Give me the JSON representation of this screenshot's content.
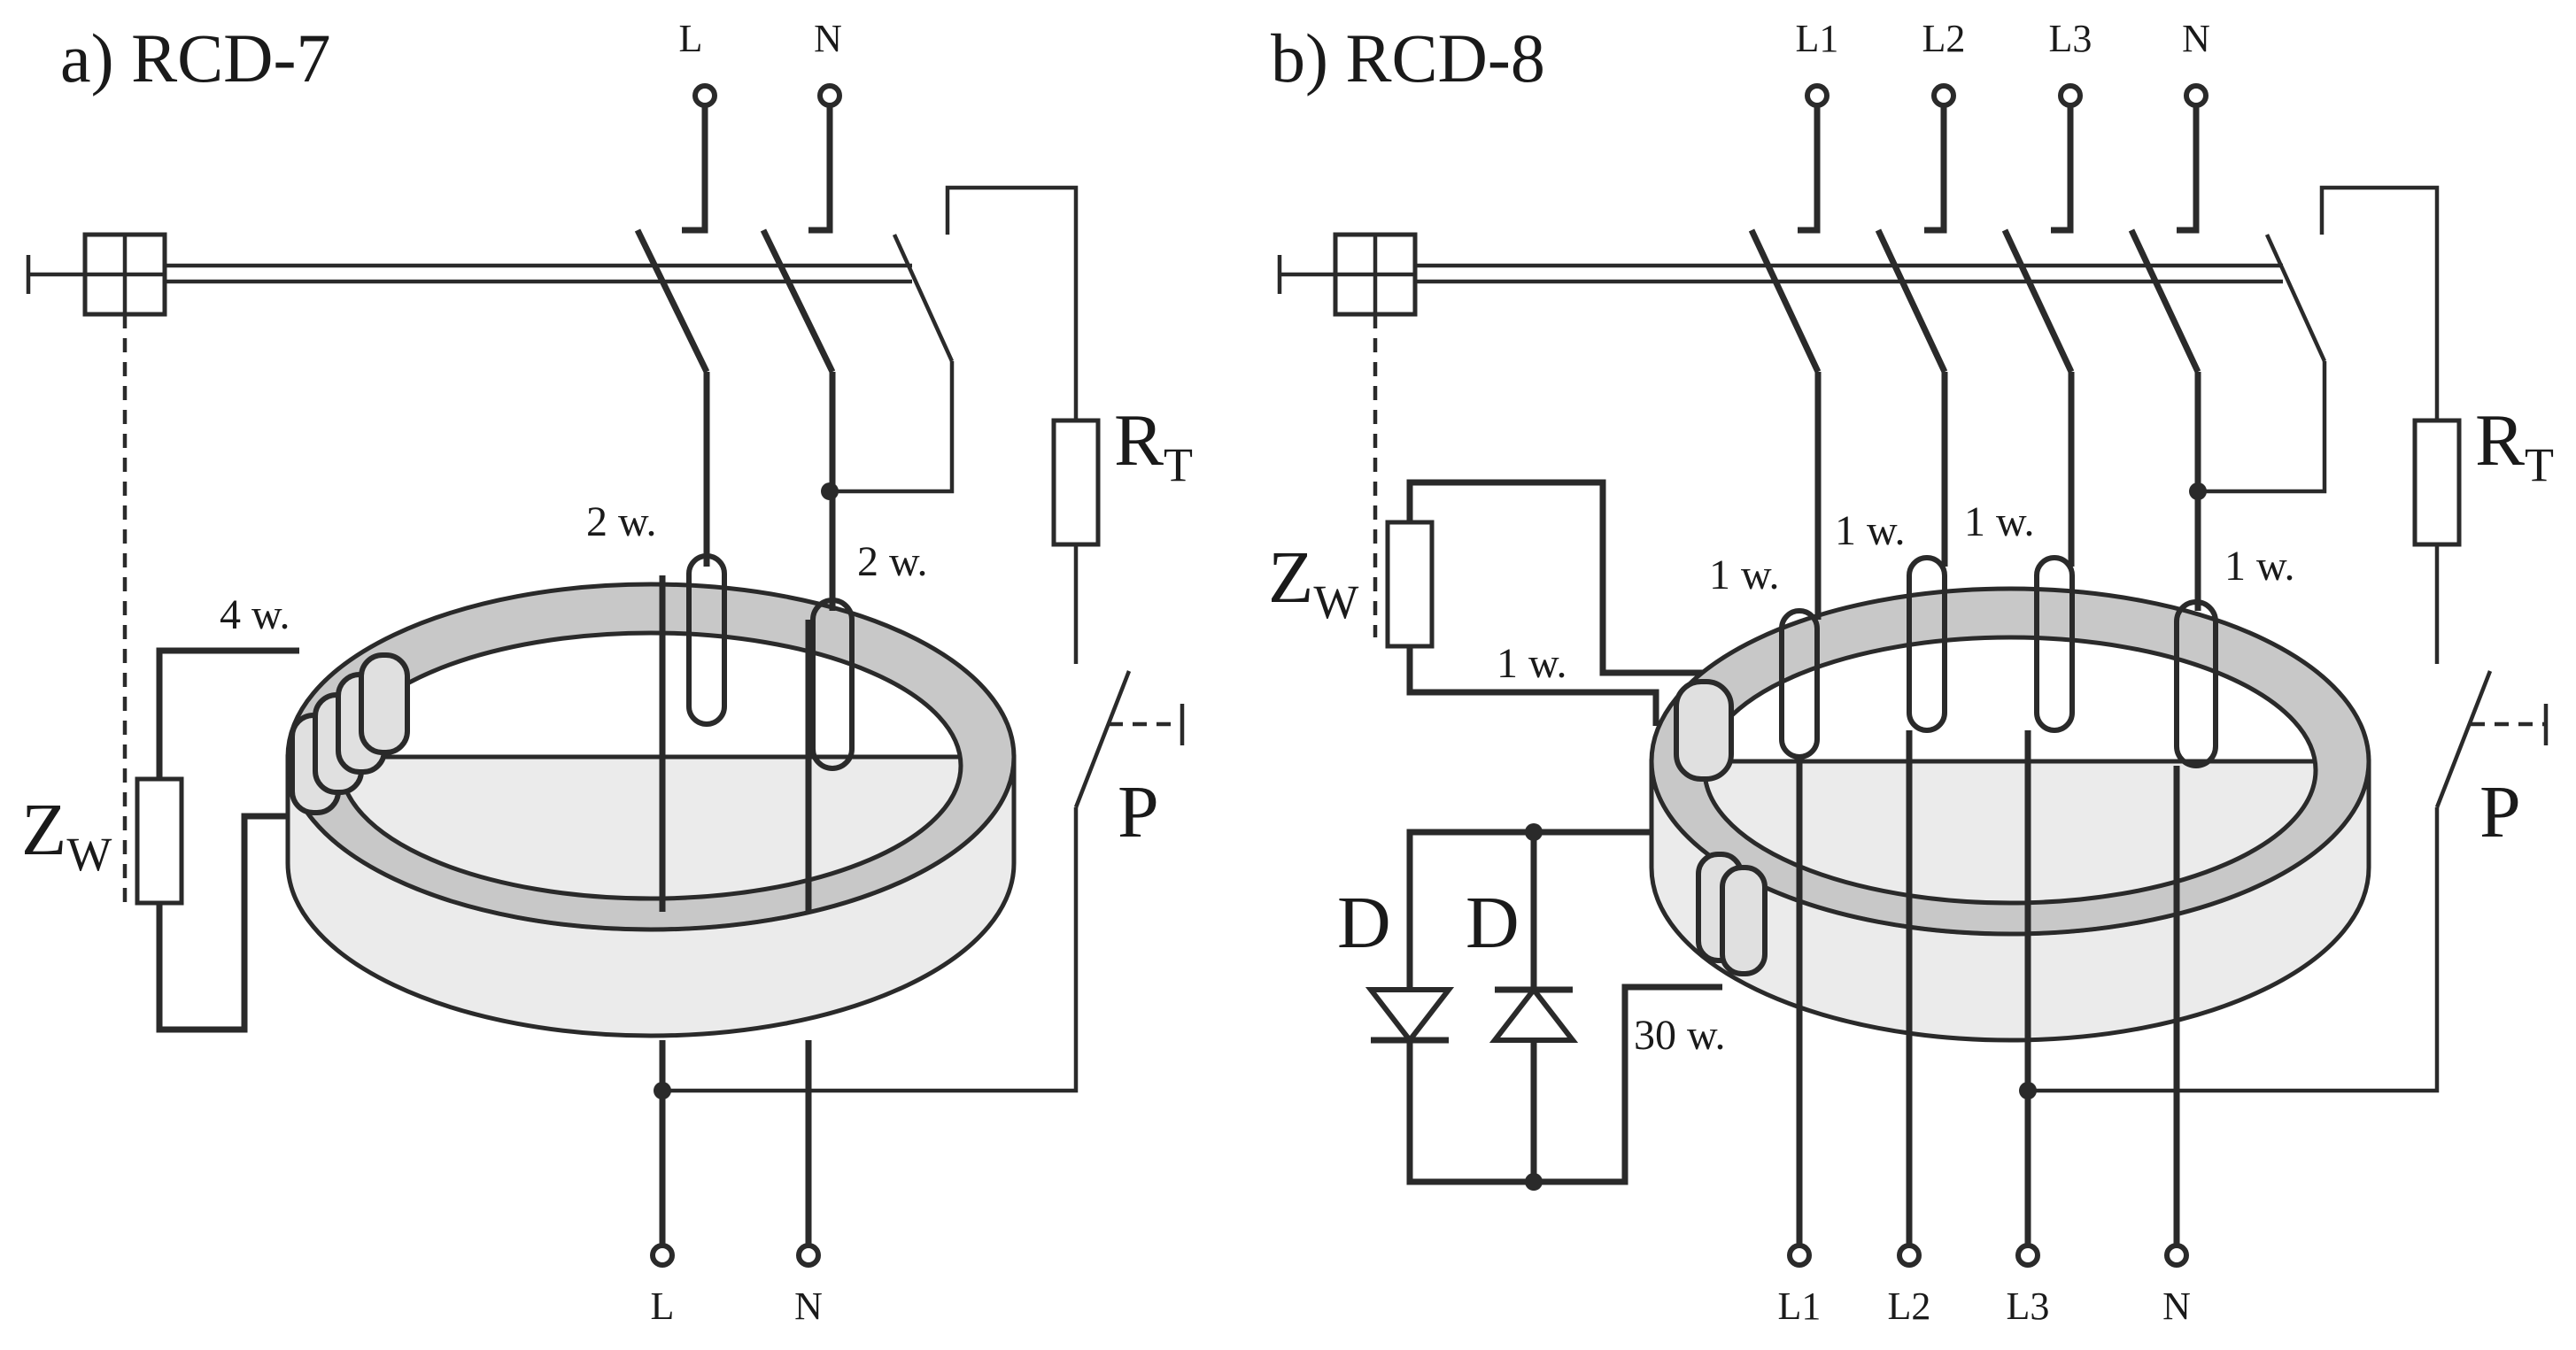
{
  "panel_a": {
    "title": "a) RCD-7",
    "terminals_top": [
      "L",
      "N"
    ],
    "terminals_bottom": [
      "L",
      "N"
    ],
    "turns_main": "4 w.",
    "turns_L": "2 w.",
    "turns_N": "2 w.",
    "resistor_test_main": "R",
    "resistor_test_sub": "T",
    "resistor_winding_main": "Z",
    "resistor_winding_sub": "W",
    "button": "P"
  },
  "panel_b": {
    "title": "b) RCD-8",
    "terminals_top": [
      "L1",
      "L2",
      "L3",
      "N"
    ],
    "terminals_bottom": [
      "L1",
      "L2",
      "L3",
      "N"
    ],
    "turns_winding": "1 w.",
    "turns_diode": "30 w.",
    "turns_L1": "1 w.",
    "turns_L2": "1 w.",
    "turns_L3": "1 w.",
    "turns_N": "1 w.",
    "resistor_test_main": "R",
    "resistor_test_sub": "T",
    "resistor_winding_main": "Z",
    "resistor_winding_sub": "W",
    "diode_left": "D",
    "diode_right": "D",
    "button": "P"
  },
  "colors": {
    "wire": "#2a2a2a",
    "core_side": "#ebebeb",
    "core_top": "#c8c8c8"
  }
}
